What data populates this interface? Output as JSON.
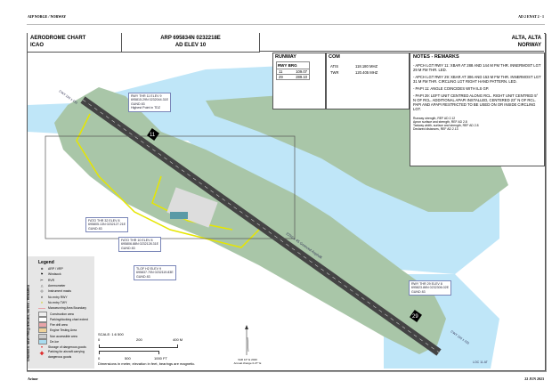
{
  "header": {
    "left": "AIP NORGE / NORWAY",
    "right": "AD 2 ENAT 2 - 1"
  },
  "footer": {
    "left": "Avinor",
    "right": "22 JUN 2023"
  },
  "title": {
    "chart": "AERODROME CHART",
    "org": "ICAO",
    "arp": "ARP 695834N 0232218E",
    "elev": "AD ELEV 10",
    "place": "ALTA, ALTA",
    "country": "NORWAY"
  },
  "runway": {
    "heading": "RUNWAY",
    "cols": "RWY BRG",
    "rows": [
      {
        "rwy": "11",
        "brg": "109.07"
      },
      {
        "rwy": "29",
        "brg": "289.10"
      }
    ]
  },
  "com": {
    "heading": "COM",
    "rows": [
      {
        "name": "ATIS",
        "freq": "118.180 MHZ"
      },
      {
        "name": "TWR",
        "freq": "120.405 MHZ"
      }
    ]
  },
  "notes": {
    "heading": "NOTES - REMARKS",
    "items": [
      "- APCH LGT RWY 11: XBAR AT 288 AND 144 M FM THR. INNERMOST LGT 29 M FM THR. LED.",
      "- APCH LGT RWY 29: XBAR AT 306 AND 153 M FM THR. INNERMOST LGT 31 M FM THR. CIRCLING LGT RIGHT HAND PATTERN. LED.",
      "- PAPI 11: ANGLE COINCIDES WITH ILS GP.",
      "- PAPI 29: LEFT UNIT CENTRED ALONG RCL. RIGHT UNIT CENTRED 5° N OF RCL. ADDITIONAL APAPI INSTALLED, CENTERED 23° N OF RCL. PAPI AND APAPI RESTRICTED TO BE USED ON OR INSIDE CIRCLING LGT."
    ],
    "refs": [
      "Runway strength, REF AD 2.12",
      "Apron surface and strength, REF AD 2.8",
      "Taxiway width, surface and strength, REF AD 2.8",
      "Declared distances, REF AD 2.13"
    ]
  },
  "map": {
    "rwy11": "11",
    "rwy29": "29",
    "labels": {
      "thr11": [
        "RWY THR 11 ELEV 9",
        "695815.29N 0232044.31E",
        "GUND 83",
        "Highest Point in TDZ"
      ],
      "fato32": [
        "FATO THR 32 ELEV 8",
        "695805.13N 0232127.21E",
        "GUND 83"
      ],
      "fato10": [
        "FATO THR 10 ELEV 8",
        "695806.88N 0232128.31E",
        "GUND 83"
      ],
      "tlof": [
        "TLOF H2 ELEV 9",
        "695837.70N 0232119.83E",
        "GUND 83"
      ],
      "thr29": [
        "RWY THR 29 ELEV 8",
        "695823.86N 0232306.02E",
        "GUND 83"
      ]
    },
    "strip1": "CWY 150 x 150",
    "strip2": "CWY 150 x 150",
    "rwydim": "2250 x 45 Grooved Asphalt",
    "loc": "LOC 11 AT"
  },
  "legend": {
    "title": "Legend",
    "items": [
      "ARP / VRP",
      "Windsock",
      "RVR",
      "Anemometer",
      "Instrument masts",
      "No entry RWY",
      "No entry TWY",
      "Manoeuvring Area Boundary",
      "Construction area",
      "Parking/docking chart extent",
      "Fire drill area",
      "Engine Testing Area",
      "Non accessible area",
      "De-Ice",
      "Storage of dangerous goods",
      "Parking for aircraft carrying dangerous goods"
    ],
    "colors": [
      "#e8a4a8",
      "#efd29a",
      "#cccccc",
      "#a9dcf0"
    ]
  },
  "side_note": "CHANGES: NEW FREQUENCIES, NOTES - REMARKS",
  "scale": {
    "title": "SCALE: 1:6 500",
    "m_ticks": [
      "0",
      "200",
      "400 M"
    ],
    "ft_ticks": [
      "0",
      "500",
      "1000 FT"
    ],
    "note": "Dimensions in meter, elevation in feet, bearings are magnetic."
  },
  "north": {
    "var": "VAR 10° E 2020",
    "change": "Annual change 0.27° E"
  },
  "colors": {
    "sea": "#bfe6f8",
    "land": "#a9c6a8",
    "runway": "#444444",
    "taxi": "#e6e600"
  }
}
